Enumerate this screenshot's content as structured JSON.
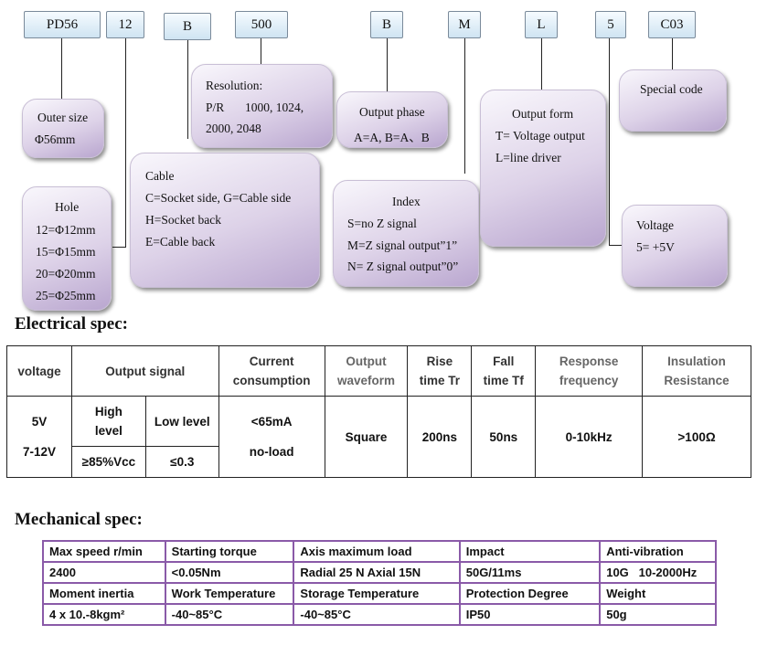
{
  "codes": [
    "PD56",
    "12",
    "B",
    "500",
    "B",
    "M",
    "L",
    "5",
    "C03"
  ],
  "bubbles": {
    "outer_size": [
      "Outer size",
      "Φ56mm"
    ],
    "hole": [
      "Hole",
      "12=Φ12mm",
      "15=Φ15mm",
      "20=Φ20mm",
      "25=Φ25mm"
    ],
    "resolution": [
      "Resolution:",
      "P/R",
      "1000, 1024,",
      "2000, 2048"
    ],
    "cable": [
      "Cable",
      "C=Socket side, G=Cable side",
      "H=Socket back",
      "E=Cable back"
    ],
    "output_phase": [
      "Output phase",
      "A=A, B=A、B"
    ],
    "index": [
      "Index",
      "S=no Z signal",
      "M=Z signal output”1”",
      "N= Z signal output”0”"
    ],
    "output_form": [
      "Output form",
      "T= Voltage output",
      "L=line driver"
    ],
    "special_code": [
      "Special code"
    ],
    "voltage": [
      "Voltage",
      "5= +5V"
    ]
  },
  "electrical": {
    "heading": "Electrical spec:",
    "headers": {
      "voltage": "voltage",
      "output_signal": "Output signal",
      "current": [
        "Current",
        "consumption"
      ],
      "waveform": [
        "Output",
        "waveform"
      ],
      "rise": [
        "Rise",
        "time Tr"
      ],
      "fall": [
        "Fall",
        "time Tf"
      ],
      "response": [
        "Response",
        "frequency"
      ],
      "insulation": [
        "Insulation",
        "Resistance"
      ]
    },
    "values": {
      "voltage": [
        "5V",
        "7-12V"
      ],
      "high_level": [
        "High",
        "level"
      ],
      "low_level": "Low level",
      "high_value": "≥85%Vcc",
      "low_value": "≤0.3",
      "current": [
        "<65mA",
        "no-load"
      ],
      "waveform": "Square",
      "rise": "200ns",
      "fall": "50ns",
      "response": "0-10kHz",
      "insulation": ">100Ω"
    }
  },
  "mechanical": {
    "heading": "Mechanical spec:",
    "rows": [
      [
        "Max speed r/min",
        "Starting torque",
        "Axis maximum load",
        "Impact",
        "Anti-vibration"
      ],
      [
        "2400",
        "<0.05Nm",
        "Radial 25 N Axial 15N",
        "50G/11ms",
        "10G   10-2000Hz"
      ],
      [
        "Moment inertia",
        "Work Temperature",
        "Storage Temperature",
        "Protection Degree",
        "Weight"
      ],
      [
        "4 x 10.-8kgm²",
        "-40~85°C",
        "-40~85°C",
        "IP50",
        "50g"
      ]
    ]
  }
}
